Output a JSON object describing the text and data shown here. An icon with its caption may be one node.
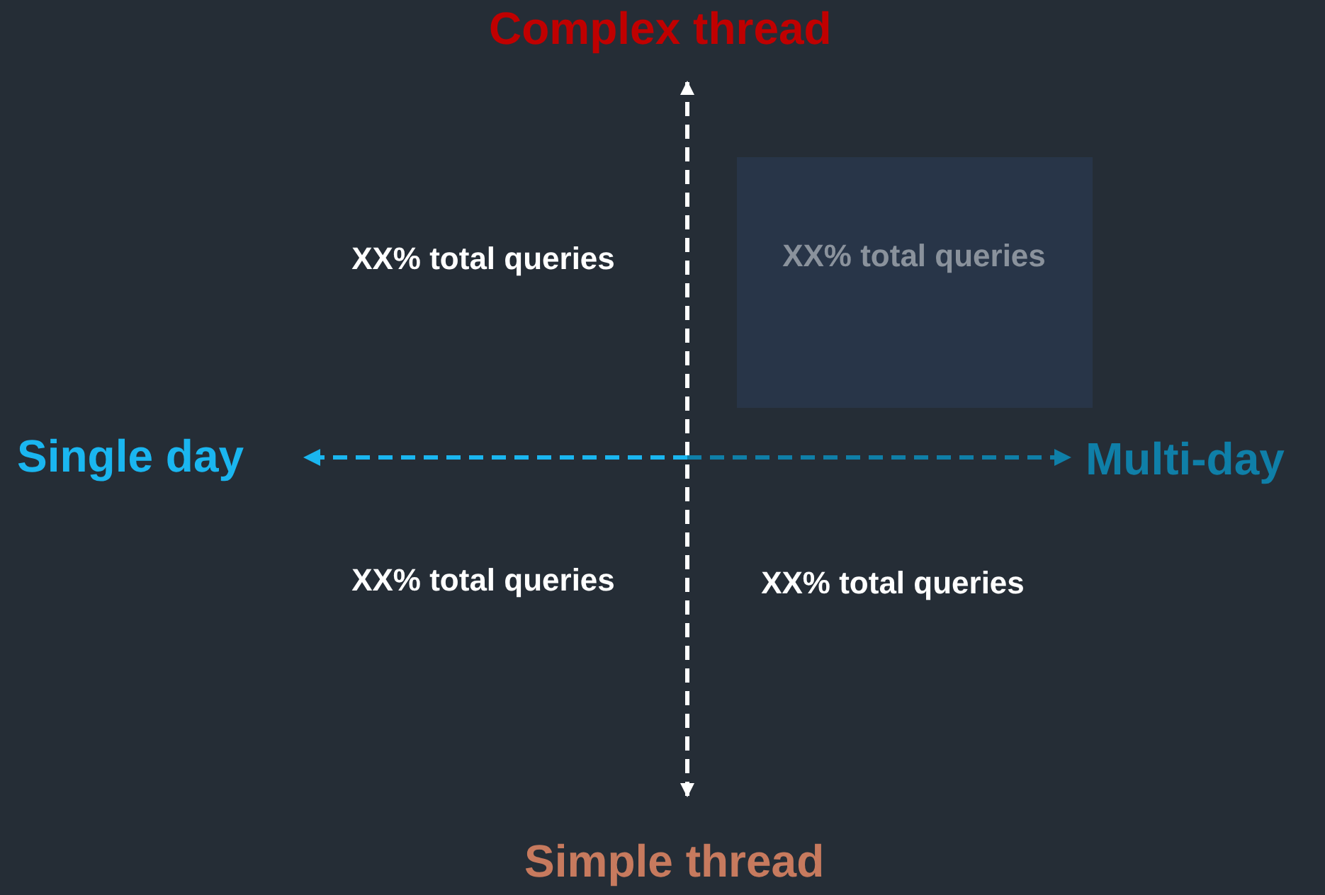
{
  "diagram": {
    "nodes": [
      {
        "text": [
          "XX% total queries"
        ]
      }
    ],
    "labels": [
      "Complex thread",
      "XX% total queries",
      "Single day",
      "Multi-day",
      "XX% total queries",
      "XX% total queries",
      "Simple thread"
    ]
  }
}
